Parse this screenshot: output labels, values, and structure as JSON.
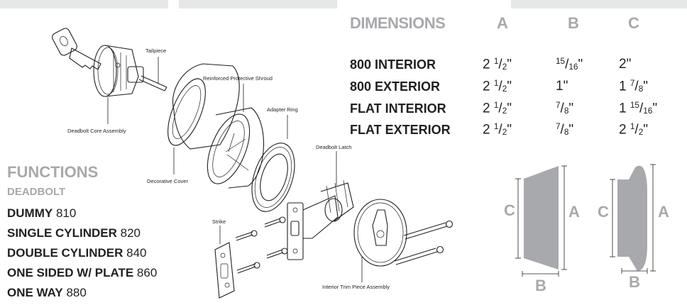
{
  "labels": {
    "tailpiece": "Tailpiece",
    "reinforced_shroud": "Reinforced Protective Shroud",
    "adapter_ring": "Adapter Ring",
    "deadbolt_core": "Deadbolt Core Assembly",
    "decorative_cover": "Decorative Cover",
    "deadbolt_latch": "Deadbolt Latch",
    "strike": "Strike",
    "interior_trim": "Interior Trim Piece Assembly"
  },
  "dimensions": {
    "title": "DIMENSIONS",
    "columns": [
      "A",
      "B",
      "C"
    ],
    "rows": [
      {
        "label": "800 INTERIOR",
        "a": {
          "whole": "2 ",
          "num": "1",
          "den": "2",
          "unit": "\""
        },
        "b": {
          "whole": "",
          "num": "15",
          "den": "16",
          "unit": "\""
        },
        "c": {
          "whole": "2\"",
          "num": "",
          "den": "",
          "unit": ""
        }
      },
      {
        "label": "800 EXTERIOR",
        "a": {
          "whole": "2 ",
          "num": "1",
          "den": "2",
          "unit": "\""
        },
        "b": {
          "whole": "1\"",
          "num": "",
          "den": "",
          "unit": ""
        },
        "c": {
          "whole": "1 ",
          "num": "7",
          "den": "8",
          "unit": "\""
        }
      },
      {
        "label": "FLAT INTERIOR",
        "a": {
          "whole": "2 ",
          "num": "1",
          "den": "2",
          "unit": "\""
        },
        "b": {
          "whole": "",
          "num": "7",
          "den": "8",
          "unit": "\""
        },
        "c": {
          "whole": "1 ",
          "num": "15",
          "den": "16",
          "unit": "\""
        }
      },
      {
        "label": "FLAT EXTERIOR",
        "a": {
          "whole": "2 ",
          "num": "1",
          "den": "2",
          "unit": "\""
        },
        "b": {
          "whole": "",
          "num": "7",
          "den": "8",
          "unit": "\""
        },
        "c": {
          "whole": "2 ",
          "num": "1",
          "den": "2",
          "unit": "\""
        }
      }
    ]
  },
  "functions": {
    "title": "FUNCTIONS",
    "subtitle": "DEADBOLT",
    "items": [
      {
        "name": "DUMMY",
        "code": "810"
      },
      {
        "name": "SINGLE CYLINDER",
        "code": "820"
      },
      {
        "name": "DOUBLE CYLINDER",
        "code": "840"
      },
      {
        "name": "ONE SIDED W/ PLATE",
        "code": "860"
      },
      {
        "name": "ONE WAY",
        "code": "880"
      }
    ]
  },
  "profile_diagrams": {
    "left": {
      "a": "A",
      "b": "B",
      "c": "C"
    },
    "right": {
      "a": "A",
      "b": "B",
      "c": "C"
    }
  },
  "colors": {
    "gray_heading": "#a7a9ac",
    "text": "#231f20",
    "profile_fill": "#a7a9ac"
  }
}
